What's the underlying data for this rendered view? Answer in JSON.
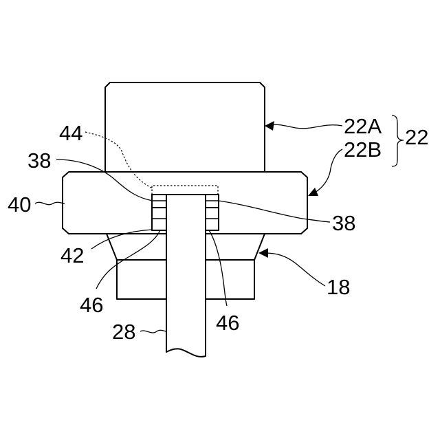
{
  "labels": {
    "part_22A": "22A",
    "part_22B": "22B",
    "assembly_22": "22",
    "part_44": "44",
    "part_38_upper": "38",
    "part_38_lower": "38",
    "part_40": "40",
    "part_42": "42",
    "part_46_left": "46",
    "part_46_right": "46",
    "part_18": "18",
    "part_28": "28"
  }
}
